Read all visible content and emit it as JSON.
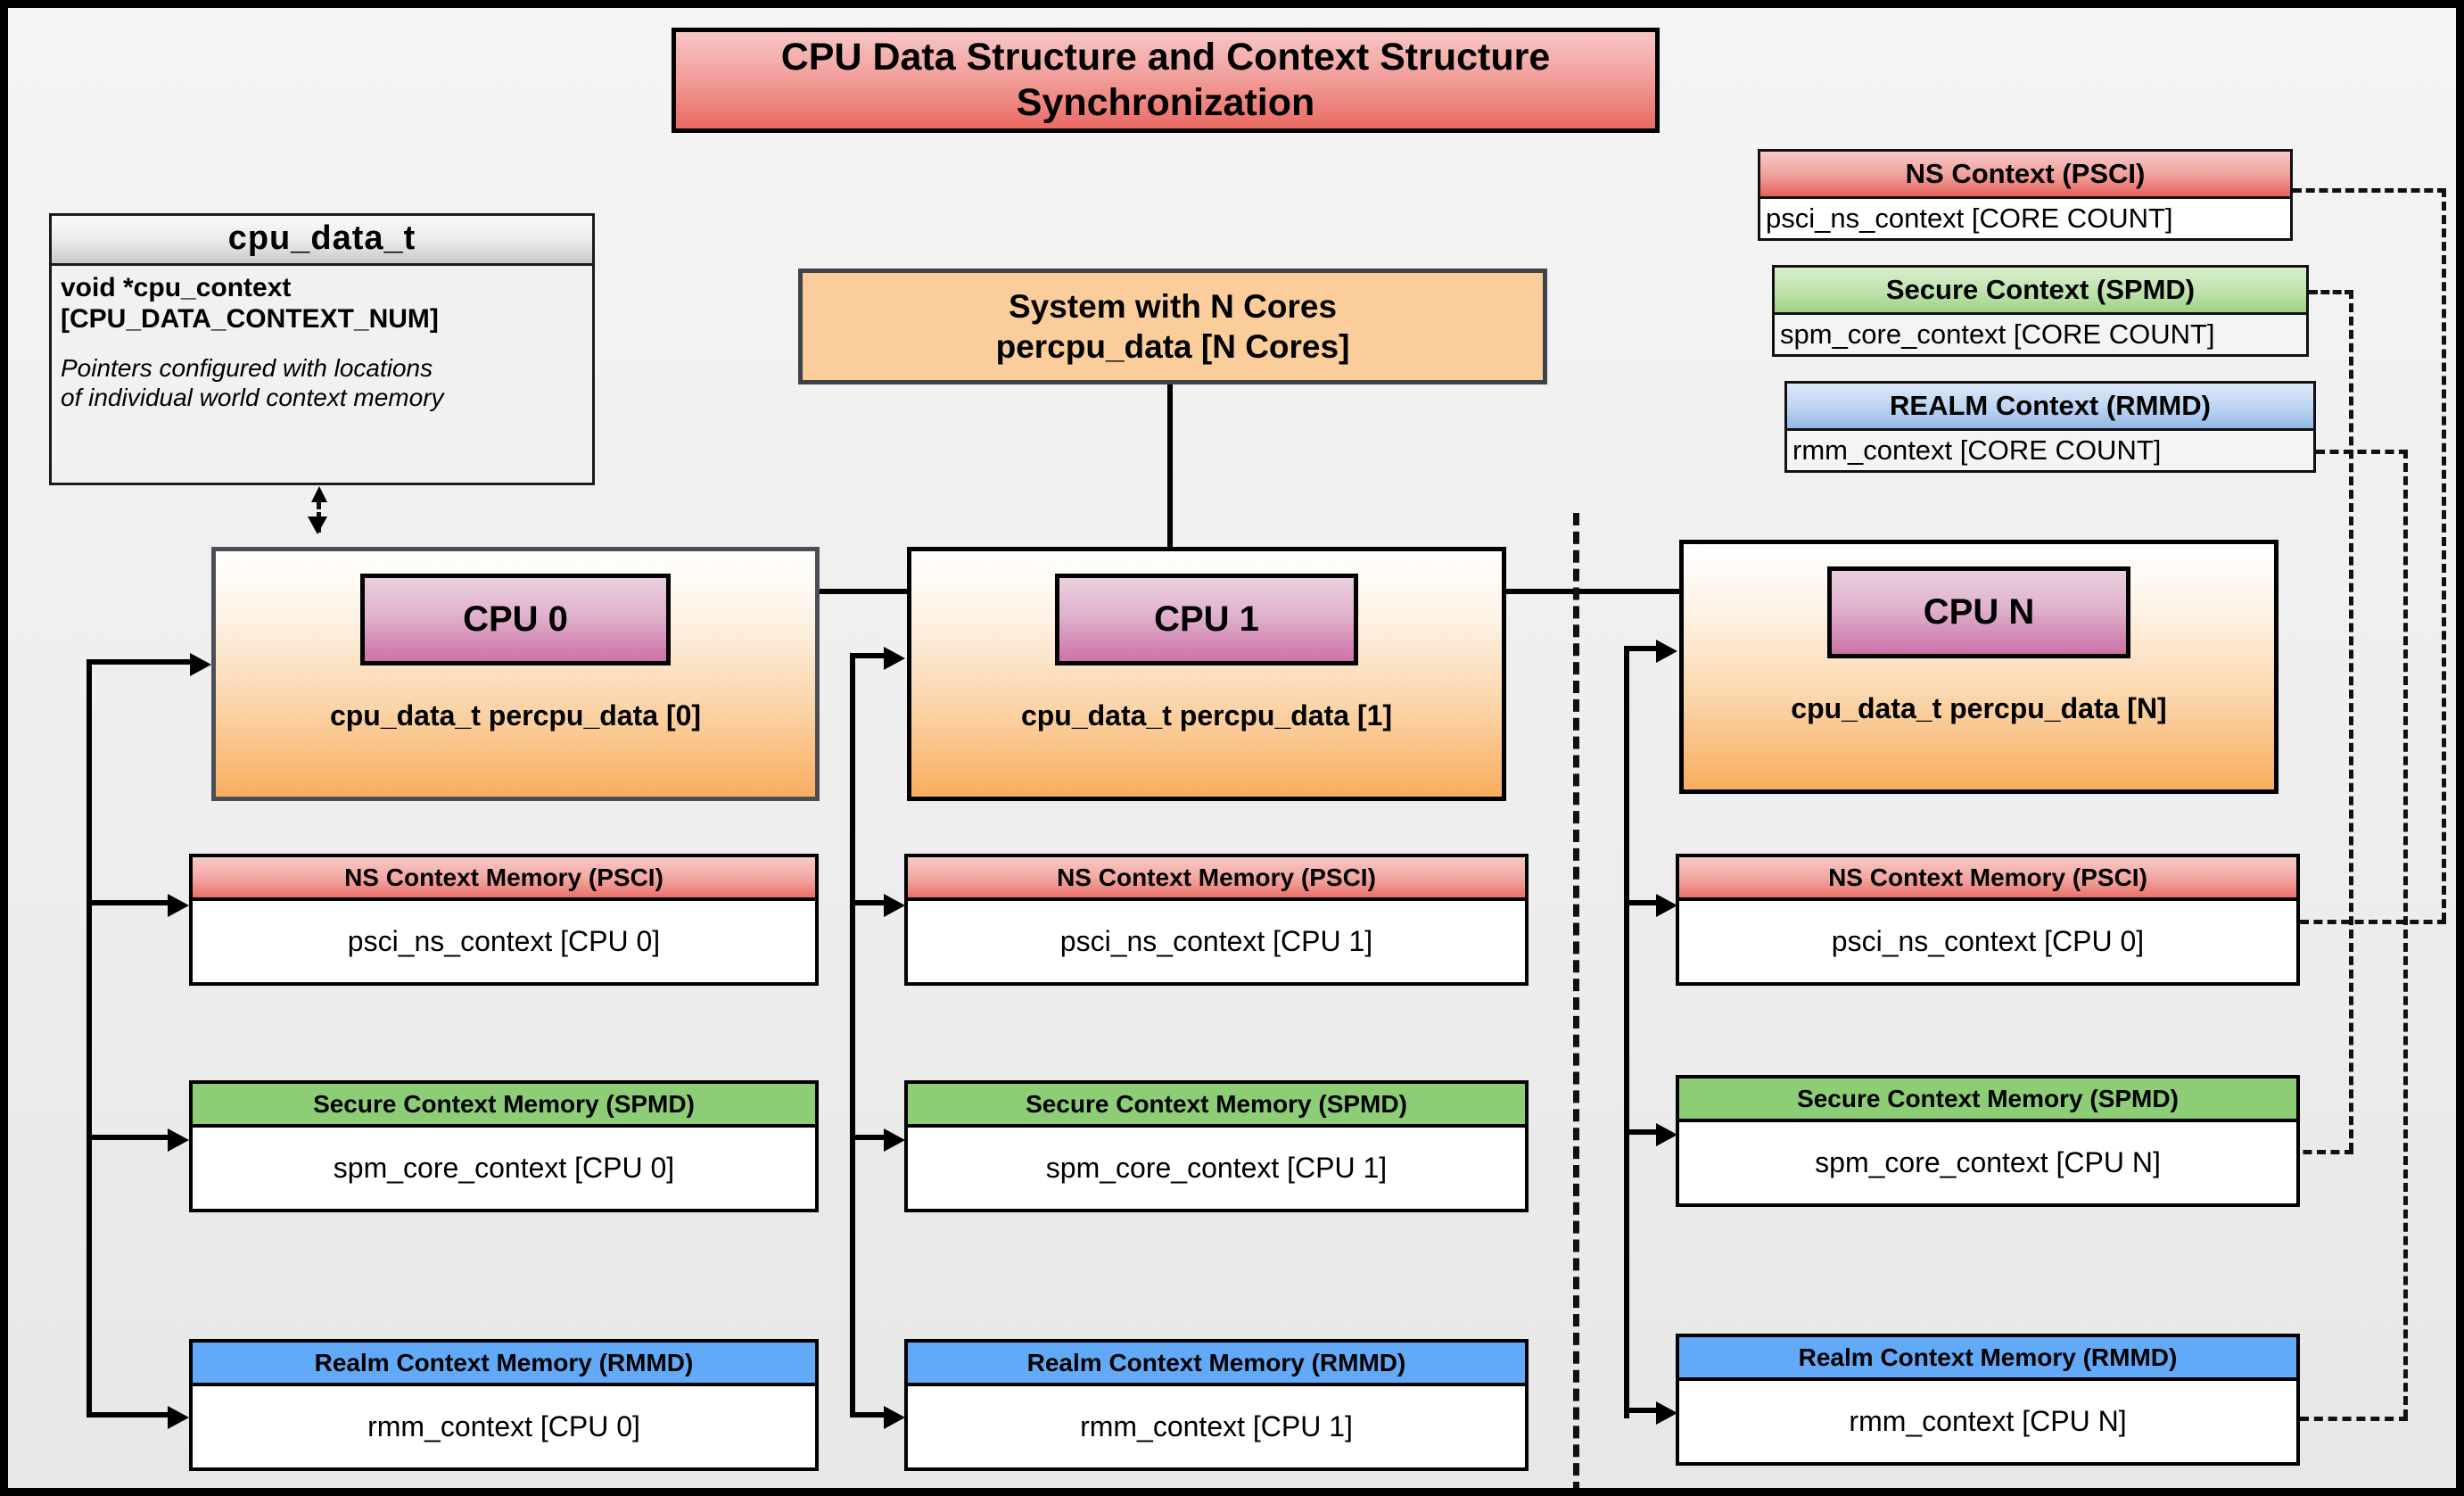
{
  "diagram": {
    "title": "CPU Data Structure and Context Structure Synchronization",
    "background_color": "#f0f0f0",
    "border_color": "#000000"
  },
  "cpu_data_struct": {
    "header": "cpu_data_t",
    "field": "void  *cpu_context [CPU_DATA_CONTEXT_NUM]",
    "field_line1": "void  *cpu_context",
    "field_line2": "[CPU_DATA_CONTEXT_NUM]",
    "note_line1": "Pointers configured with locations",
    "note_line2": "of individual world context memory"
  },
  "system": {
    "line1": "System with N Cores",
    "line2": "percpu_data [N Cores]",
    "fill_color": "#fbcd9a",
    "border_color": "#3e434b"
  },
  "legend": [
    {
      "name": "ns-context",
      "header": "NS Context  (PSCI)",
      "value": "psci_ns_context [CORE COUNT]",
      "accent_color": "#ea7069"
    },
    {
      "name": "secure-context",
      "header": "Secure Context (SPMD)",
      "value": "spm_core_context [CORE COUNT]",
      "accent_color": "#9ed185"
    },
    {
      "name": "realm-context",
      "header": "REALM Context (RMMD)",
      "value": "rmm_context [CORE COUNT]",
      "accent_color": "#93b7e6"
    }
  ],
  "cpus": [
    {
      "id": "cpu0",
      "chip_label": "CPU 0",
      "caption": "cpu_data_t percpu_data [0]",
      "contexts": [
        {
          "kind": "ns",
          "header": "NS Context Memory (PSCI)",
          "value": "psci_ns_context [CPU 0]",
          "accent_color": "#ea7069"
        },
        {
          "kind": "secure",
          "header": "Secure Context Memory (SPMD)",
          "value": "spm_core_context [CPU 0]",
          "accent_color": "#8dcd76"
        },
        {
          "kind": "realm",
          "header": "Realm Context Memory (RMMD)",
          "value": "rmm_context [CPU 0]",
          "accent_color": "#62a9f7"
        }
      ]
    },
    {
      "id": "cpu1",
      "chip_label": "CPU 1",
      "caption": "cpu_data_t percpu_data [1]",
      "contexts": [
        {
          "kind": "ns",
          "header": "NS Context Memory (PSCI)",
          "value": "psci_ns_context [CPU 1]",
          "accent_color": "#ea7069"
        },
        {
          "kind": "secure",
          "header": "Secure Context Memory (SPMD)",
          "value": "spm_core_context [CPU 1]",
          "accent_color": "#8dcd76"
        },
        {
          "kind": "realm",
          "header": "Realm Context Memory (RMMD)",
          "value": "rmm_context [CPU 1]",
          "accent_color": "#62a9f7"
        }
      ]
    },
    {
      "id": "cpuN",
      "chip_label": "CPU N",
      "caption": "cpu_data_t percpu_data [N]",
      "contexts": [
        {
          "kind": "ns",
          "header": "NS Context Memory (PSCI)",
          "value": "psci_ns_context [CPU 0]",
          "accent_color": "#ea7069"
        },
        {
          "kind": "secure",
          "header": "Secure Context Memory (SPMD)",
          "value": "spm_core_context [CPU N]",
          "accent_color": "#8dcd76"
        },
        {
          "kind": "realm",
          "header": "Realm Context Memory (RMMD)",
          "value": "rmm_context [CPU N]",
          "accent_color": "#62a9f7"
        }
      ]
    }
  ]
}
